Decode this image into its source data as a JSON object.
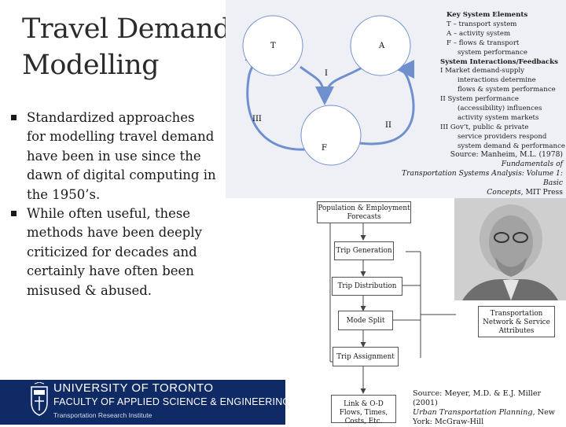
{
  "title": {
    "line1": "Travel Demand",
    "line2": "Modelling"
  },
  "bullets": [
    "Standardized approaches for modelling travel demand have been in use since the dawn of digital computing in the 1950’s.",
    "While often useful, these methods have been deeply criticized for decades and certainly have often been misused & abused."
  ],
  "system_diagram": {
    "circle_t": "T",
    "circle_a": "A",
    "circle_f": "F",
    "arrow_i": "I",
    "arrow_ii": "II",
    "arrow_iii": "III"
  },
  "key": {
    "heading": "Key System Elements",
    "t_def": "T – transport system",
    "a_def": "A – activity system",
    "f_def_1": "F – flows & transport",
    "f_def_2": "system performance",
    "interactions_heading": "System Interactions/Feedbacks",
    "i_1": "I   Market demand-supply",
    "i_2": "interactions determine",
    "i_3": "flows & system performance",
    "ii_1": "II  System performance",
    "ii_2": "(accessibility) influences",
    "ii_3": "activity system markets",
    "iii_1": "III  Gov’t, public & private",
    "iii_2": "service providers respond",
    "iii_3": "system demand & performance"
  },
  "source1": {
    "prefix": "Source: Manheim, M.L. (1978) ",
    "italic_1": "Fundamentals of",
    "italic_2": "Transportation Systems Analysis: Volume 1: Basic",
    "italic_3": "Concepts",
    "suffix": ", MIT Press"
  },
  "flowchart": {
    "population": "Population & Employment Forecasts",
    "trip_generation": "Trip Generation",
    "trip_distribution": "Trip Distribution",
    "mode_split": "Mode Split",
    "trip_assignment": "Trip Assignment",
    "output": "Link & O-D Flows, Times, Costs, Etc.",
    "network": "Transportation Network & Service Attributes"
  },
  "source2": {
    "prefix": "Source: Meyer, M.D. & E.J. Miller (2001)",
    "italic": "Urban Transportation Planning",
    "suffix": ", New York: McGraw-Hill"
  },
  "university": {
    "line1": "UNIVERSITY OF TORONTO",
    "line2": "FACULTY OF APPLIED SCIENCE & ENGINEERING",
    "line3": "Transportation Research Institute"
  },
  "colors": {
    "uoft_blue": "#102a66",
    "diagram_bg": "#eef0f6",
    "arrow_blue": "#6f8fcf"
  }
}
